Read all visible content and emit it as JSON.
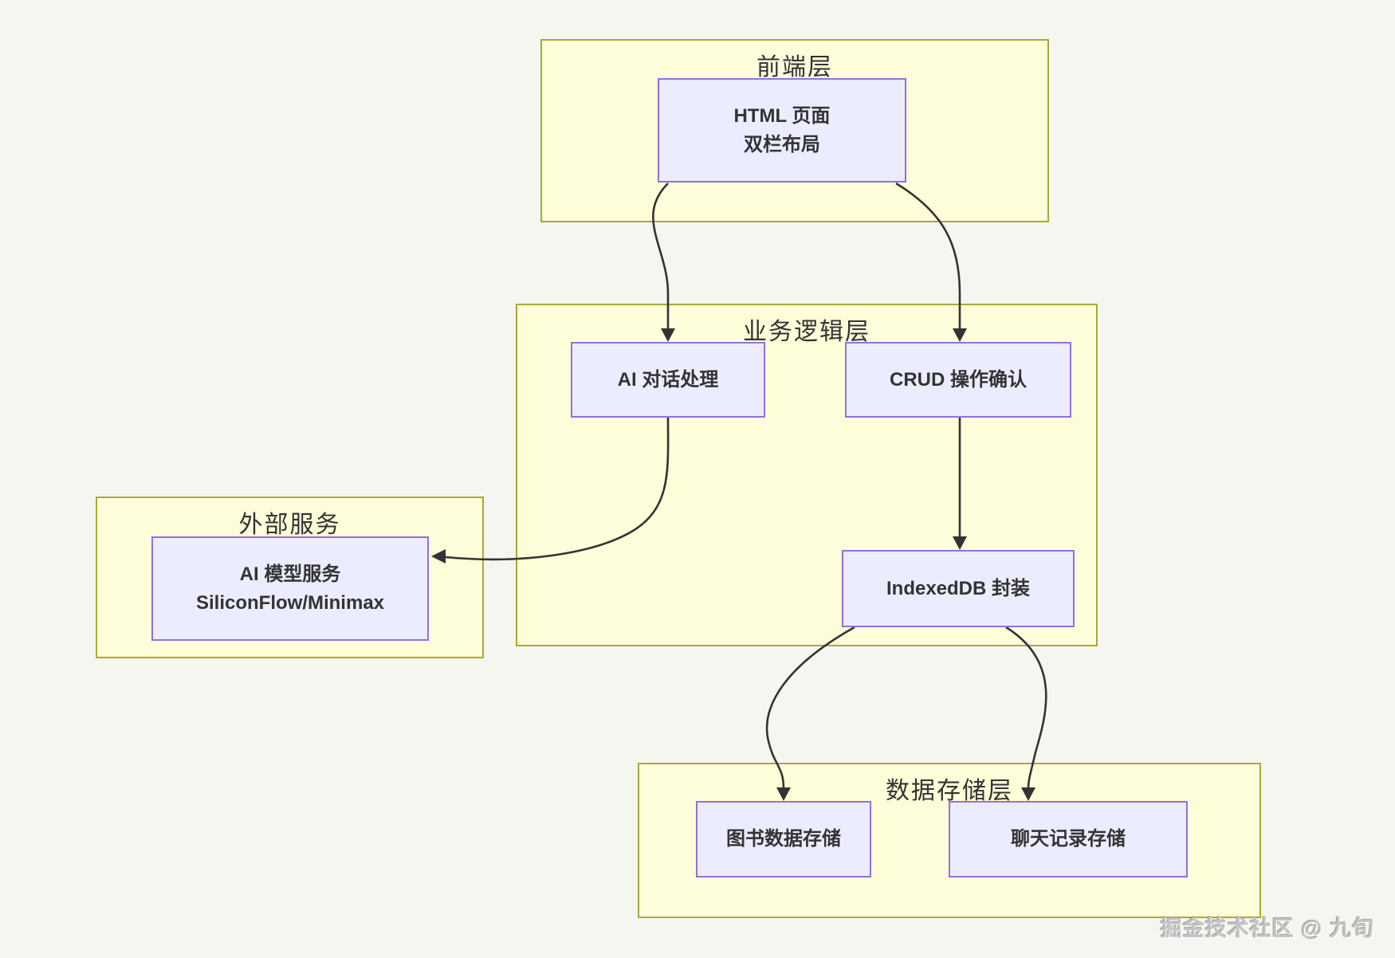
{
  "canvas": {
    "watermark": "掘金技术社区 @ 九旬"
  },
  "colors": {
    "background": "#f5f6f0",
    "cluster_fill": "#fdfdd9",
    "cluster_border": "#a9aa32",
    "node_fill": "#ececff",
    "node_border": "#9370db",
    "edge": "#333333",
    "text": "#333333",
    "watermark": "#c3c3c3"
  },
  "clusters": [
    {
      "id": "frontend",
      "title": "前端层"
    },
    {
      "id": "logic",
      "title": "业务逻辑层"
    },
    {
      "id": "external",
      "title": "外部服务"
    },
    {
      "id": "storage",
      "title": "数据存储层"
    }
  ],
  "nodes": [
    {
      "id": "html",
      "cluster": "frontend",
      "lines": [
        "HTML 页面",
        "双栏布局"
      ]
    },
    {
      "id": "ai-chat",
      "cluster": "logic",
      "lines": [
        "AI 对话处理"
      ]
    },
    {
      "id": "crud",
      "cluster": "logic",
      "lines": [
        "CRUD 操作确认"
      ]
    },
    {
      "id": "indexeddb",
      "cluster": "logic",
      "lines": [
        "IndexedDB 封装"
      ]
    },
    {
      "id": "ai-model",
      "cluster": "external",
      "lines": [
        "AI 模型服务",
        "SiliconFlow/Minimax"
      ]
    },
    {
      "id": "book",
      "cluster": "storage",
      "lines": [
        "图书数据存储"
      ]
    },
    {
      "id": "chat",
      "cluster": "storage",
      "lines": [
        "聊天记录存储"
      ]
    }
  ],
  "edges": [
    {
      "from": "html",
      "to": "ai-chat"
    },
    {
      "from": "html",
      "to": "crud"
    },
    {
      "from": "crud",
      "to": "indexeddb"
    },
    {
      "from": "ai-chat",
      "to": "ai-model"
    },
    {
      "from": "indexeddb",
      "to": "book"
    },
    {
      "from": "indexeddb",
      "to": "chat"
    }
  ]
}
